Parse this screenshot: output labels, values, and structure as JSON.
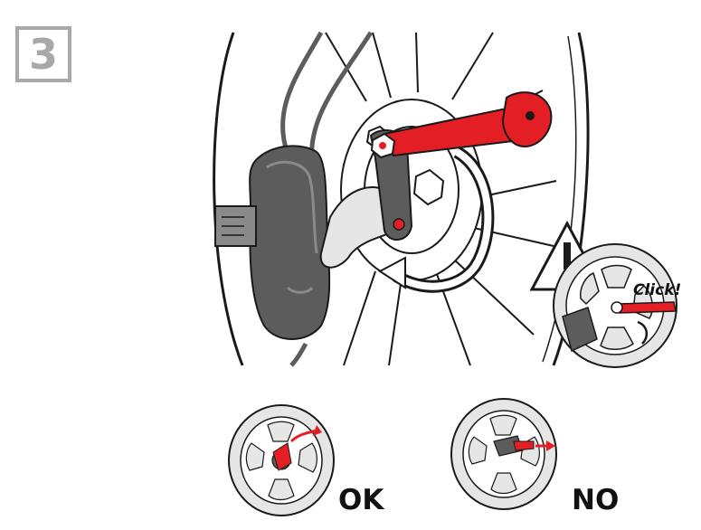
{
  "step": {
    "number": "3"
  },
  "callout": {
    "click_text": "Click!"
  },
  "results": {
    "ok_label": "OK",
    "no_label": "NO"
  },
  "colors": {
    "accent_red": "#e31e24",
    "tire_gray": "#e6e6e6",
    "part_gray": "#5c5c5c",
    "line": "#1a1a1a",
    "step_gray": "#a8a8a8"
  },
  "icons": [
    "warning-triangle-icon",
    "rotate-arrow-icon",
    "push-arrow-icon"
  ]
}
